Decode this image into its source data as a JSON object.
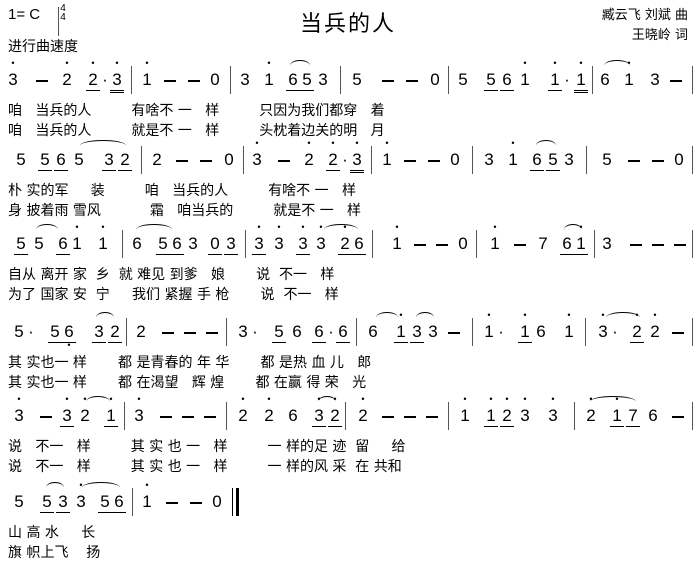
{
  "header": {
    "key": "1= C",
    "time_top": "4",
    "time_bottom": "4",
    "tempo": "进行曲速度",
    "title": "当兵的人",
    "composer": "臧云飞 刘斌 曲",
    "lyricist": "王晓岭 词"
  },
  "rows": [
    {
      "notation": "3̇ – 2̇ 2̇·3̇ | i̇ – – 0 | 3 i̇ 653 | 5 – – 0 | 5 56 i̇ i̇·i̇ | 6 i̇ 3 – |",
      "lyrics1": "咱   当兵的人         有啥不 一   样         只因为我们都穿   着",
      "lyrics2": "咱   当兵的人         就是不 一   样         头枕着边关的明   月"
    },
    {
      "notation": "5 565 32 | 2 – – 0 | 3̇ – 2̇ 2̇·3̇ | i̇ – – 0 | 3 i̇ 653 | 5 – – 0 |",
      "lyrics1": "朴 实的军     装         咱   当兵的人         有啥不 一   样",
      "lyrics2": "身 披着雨 雪风           霜   咱当兵的         就是不 一   样"
    },
    {
      "notation": "55 6i̇ i̇ | 6 563 03 | 3̇3̇ 3̇3̇ 2̇6 | i̇ – – 0 | i̇ – 7 6i̇ | 3 – – – |",
      "lyrics1": "自从 离开 家  乡  就 难见 到爹   娘       说  不一   样",
      "lyrics2": "为了 国家 安  宁     我们 紧握 手 枪       说  不一   样"
    },
    {
      "notation": "5· 56̣ 32 | 2 – – – | 3· 56 6·6 | 6 i̇33 – | i̇· i̇6 i̇ | 3̇· 2̇2̇ – |",
      "lyrics1": "其 实也一 样       都 是青春的 年 华       都 是热 血 儿   郎",
      "lyrics2": "其 实也一 样       都 在渴望   辉 煌       都 在赢 得 荣   光"
    },
    {
      "notation": "3̇ – 3̇2̇ i̇ | 3̇ – – – | 2̇ 2̇ 6 3̇2̇ | 2̇ – – – | i̇ i̇2̇3̇ 3̇ | 2̇ i̇7 6 – |",
      "lyrics1": "说   不一   样         其 实 也 一   样         一 样的足 迹  留     给",
      "lyrics2": "说   不一   样         其 实 也 一   样         一 样的风 采  在 共和"
    },
    {
      "notation": "5 53 3̇ 56 | i̇ – – 0 ‖",
      "lyrics1": "山 高 水     长",
      "lyrics2": "旗 帜上飞    扬"
    }
  ]
}
